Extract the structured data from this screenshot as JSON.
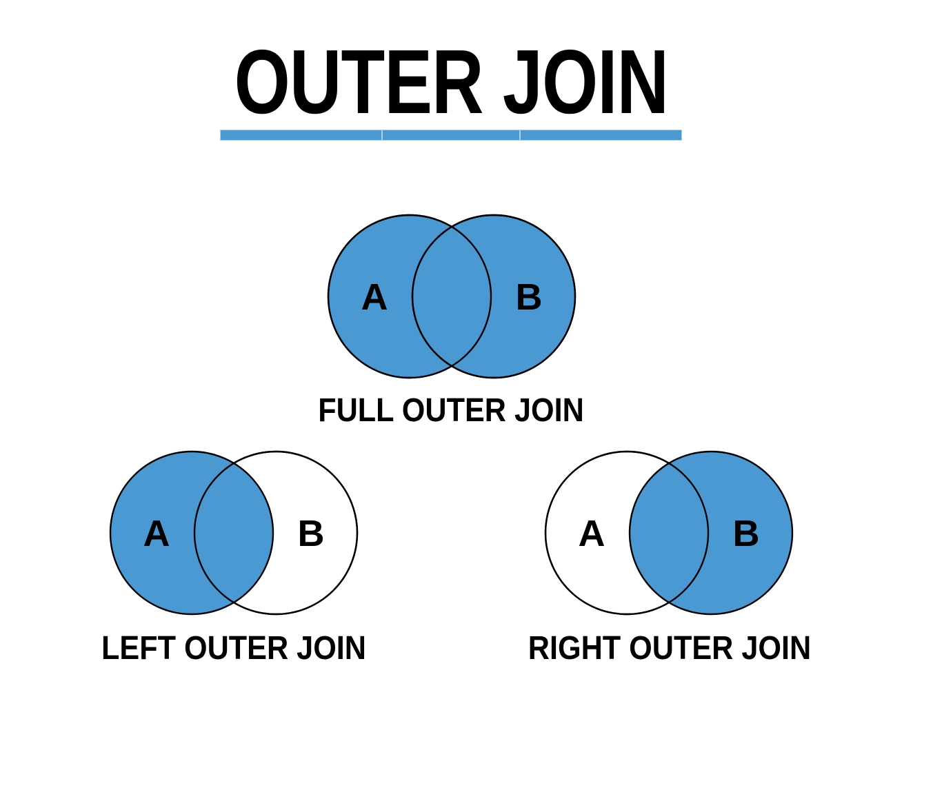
{
  "title": "OUTER JOIN",
  "colors": {
    "accent_blue": "#4A99D2"
  },
  "diagrams": [
    {
      "caption": "FULL OUTER JOIN",
      "set_a_label": "A",
      "set_b_label": "B",
      "shaded": "both circles including intersection"
    },
    {
      "caption": "LEFT OUTER JOIN",
      "set_a_label": "A",
      "set_b_label": "B",
      "shaded": "left circle including intersection"
    },
    {
      "caption": "RIGHT OUTER JOIN",
      "set_a_label": "A",
      "set_b_label": "B",
      "shaded": "right circle including intersection"
    }
  ]
}
